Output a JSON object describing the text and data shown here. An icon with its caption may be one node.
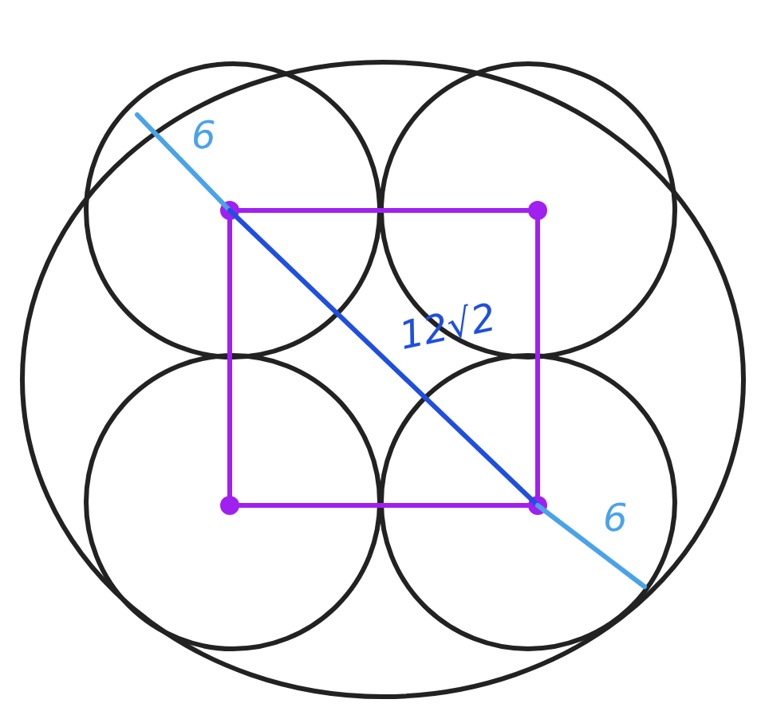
{
  "diagram": {
    "labels": [
      "6",
      "12√2",
      "6"
    ]
  }
}
